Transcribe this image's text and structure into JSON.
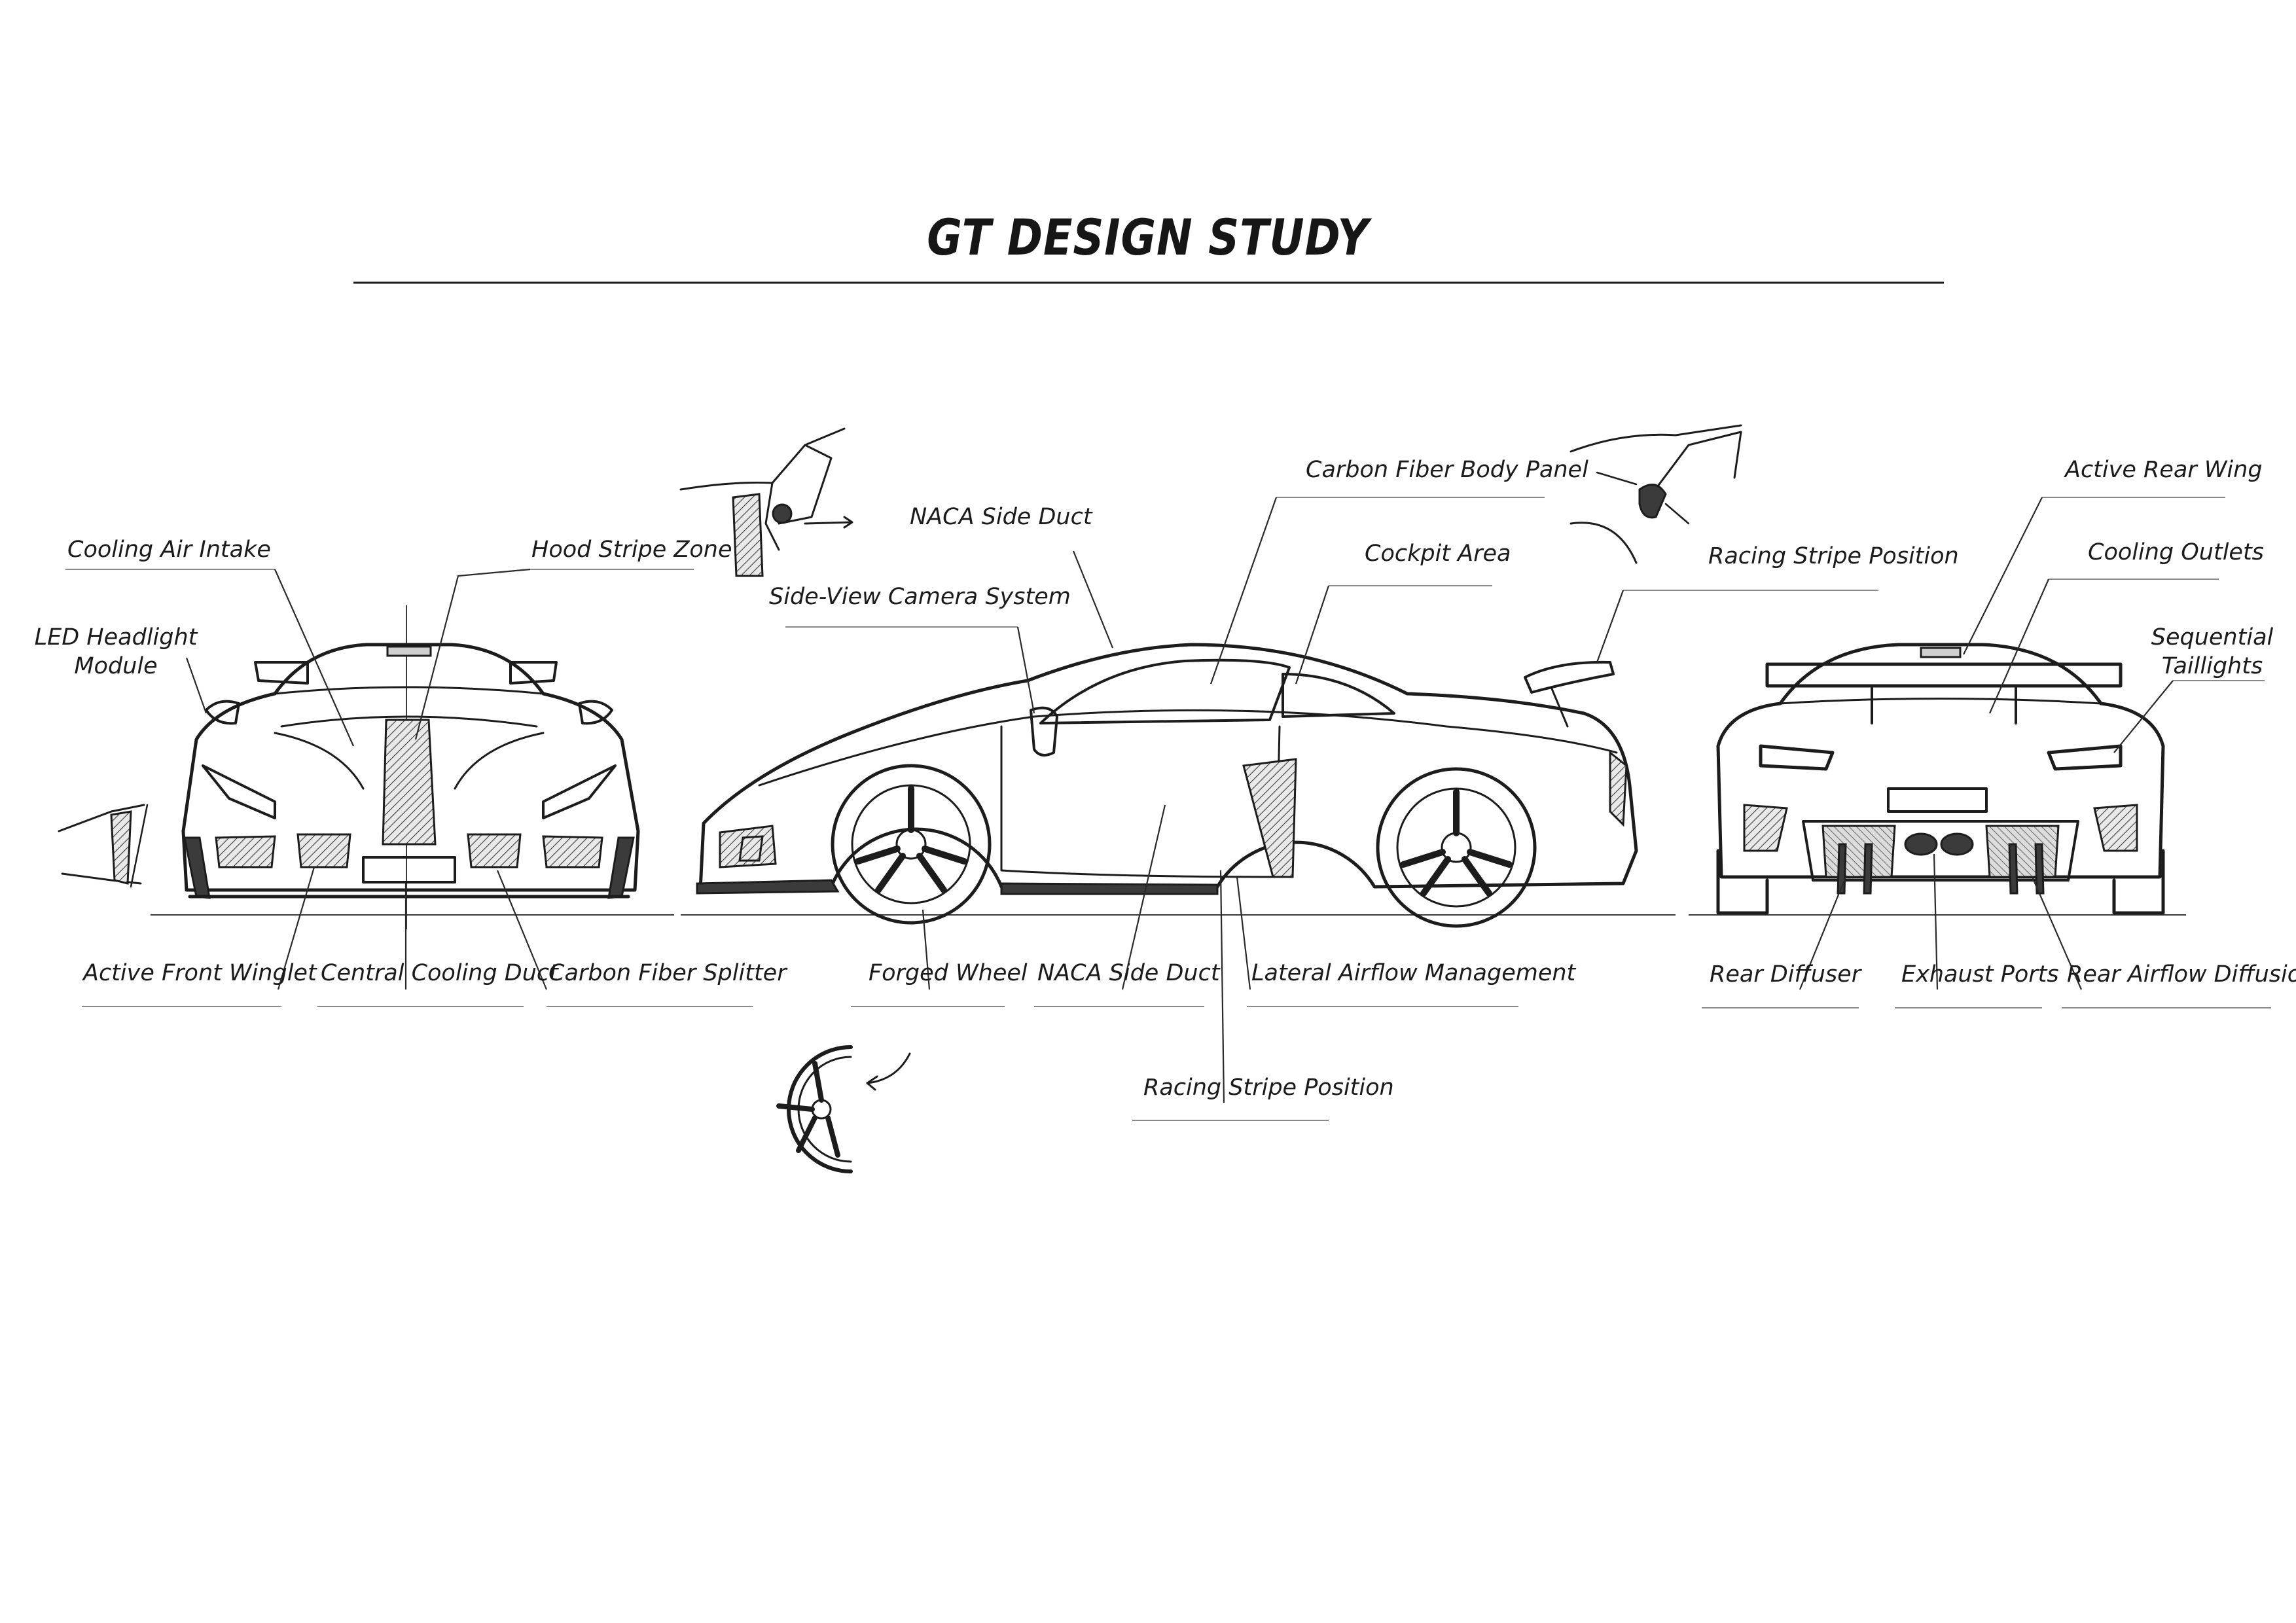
{
  "title": "GT DESIGN STUDY",
  "front_view": {
    "labels": {
      "cooling_air_intake": "Cooling Air Intake",
      "hood_stripe_zone": "Hood Stripe Zone",
      "led_headlight_line1": "LED Headlight",
      "led_headlight_line2": "Module",
      "active_front_winglet": "Active Front Winglet",
      "central_cooling_duct": "Central Cooling Duct",
      "carbon_fiber_splitter": "Carbon Fiber Splitter"
    }
  },
  "side_view": {
    "labels": {
      "naca_side_duct_top": "NACA Side Duct",
      "side_view_camera": "Side-View Camera System",
      "carbon_fiber_body_panel": "Carbon Fiber Body Panel",
      "cockpit_area": "Cockpit Area",
      "racing_stripe_top": "Racing Stripe Position",
      "forged_wheel": "Forged Wheel",
      "naca_side_duct_bottom": "NACA Side Duct",
      "lateral_airflow": "Lateral Airflow Management",
      "racing_stripe_bottom": "Racing Stripe Position"
    }
  },
  "rear_view": {
    "labels": {
      "active_rear_wing": "Active Rear Wing",
      "cooling_outlets": "Cooling Outlets",
      "sequential_line1": "Sequential",
      "sequential_line2": "Taillights",
      "rear_diffuser": "Rear Diffuser",
      "exhaust_ports": "Exhaust Ports",
      "rear_airflow_diffusion": "Rear Airflow Diffusion"
    }
  },
  "icons": [
    "camera-detail-icon",
    "mirror-detail-icon",
    "rotating-wheel-icon",
    "winglet-detail-icon"
  ]
}
